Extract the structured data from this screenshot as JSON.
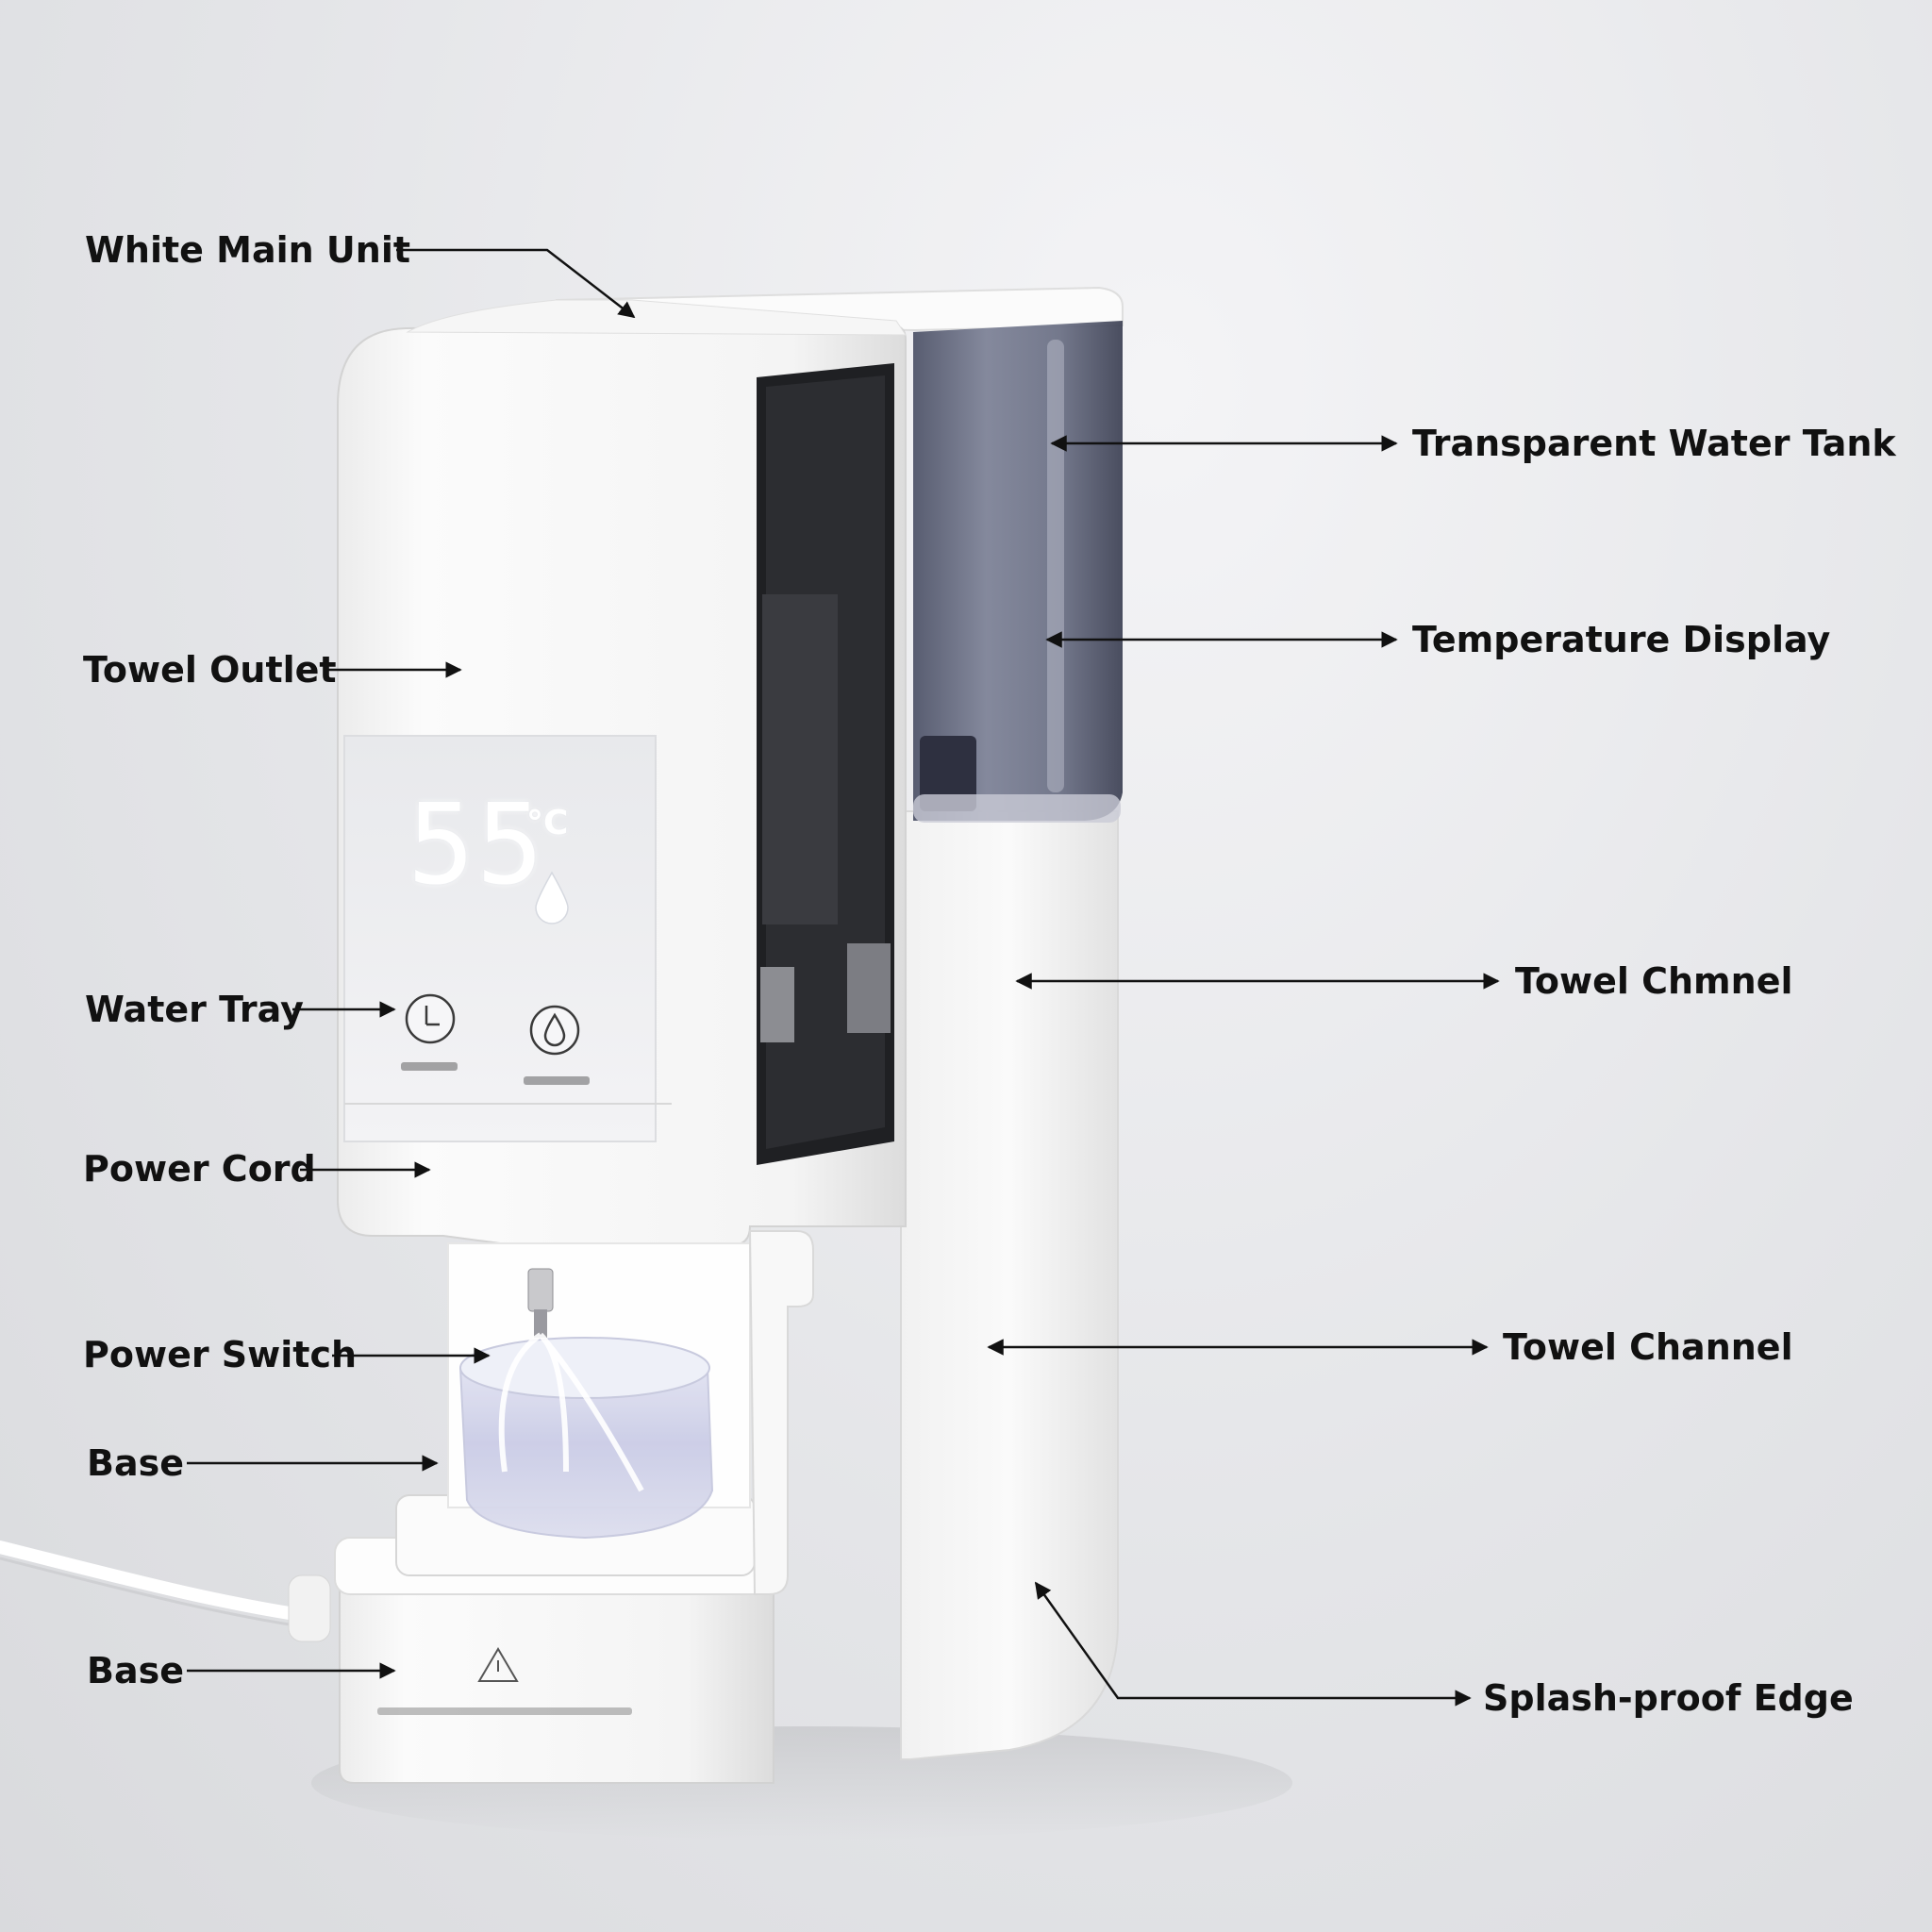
{
  "display": {
    "temperature": "55",
    "unit": "°C"
  },
  "callouts": {
    "white_main_unit": "White Main Unit",
    "transparent_water_tank": "Transparent Water Tank",
    "temperature_display": "Temperature Display",
    "towel_outlet": "Towel Outlet",
    "water_tray": "Water Tray",
    "towel_chmnel": "Towel Chmnel",
    "power_cord": "Power Cord",
    "towel_channel": "Towel Channel",
    "power_switch": "Power Switch",
    "base_upper": "Base",
    "base_lower": "Base",
    "splash_proof_edge": "Splash-proof Edge"
  },
  "colors": {
    "background": "#e4e5e8",
    "unit_body": "#f7f7f7",
    "tank_tint": "#5f6478",
    "window_dark": "#222326",
    "label_text": "#111111",
    "leader_line": "#111111"
  },
  "icons": {
    "left_button": "power-icon",
    "right_button": "droplet-icon",
    "base_warning": "warning-triangle-icon"
  }
}
